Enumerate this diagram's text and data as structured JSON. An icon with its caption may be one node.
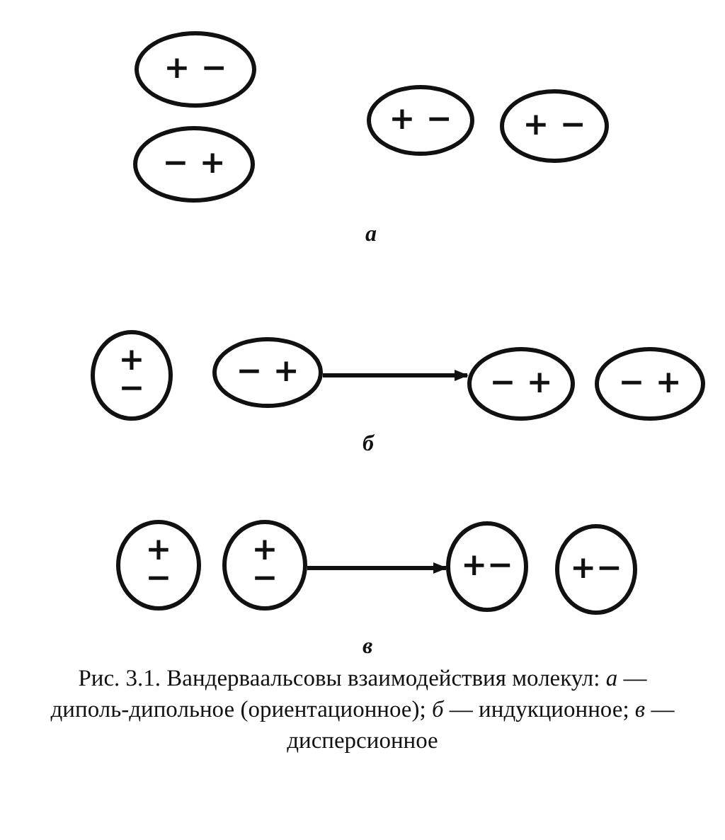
{
  "diagram": {
    "caption": "Рис. 3.1. Вандерваальсовы взаимодействия молекул: *а* — диполь-дипольное (ориентационное); *б* — индукционное; *в* — дисперсионное",
    "nodes": [
      {
        "text": [
          "+ −"
        ]
      },
      {
        "text": [
          "− +"
        ]
      },
      {
        "text": [
          "+ −"
        ]
      },
      {
        "text": [
          "+ −"
        ]
      },
      {
        "text": [
          "+",
          "−"
        ]
      },
      {
        "text": [
          "− +"
        ]
      },
      {
        "text": [
          "− +"
        ]
      },
      {
        "text": [
          "− +"
        ]
      },
      {
        "text": [
          "+",
          "−"
        ]
      },
      {
        "text": [
          "+",
          "−"
        ]
      },
      {
        "text": [
          "+−"
        ]
      },
      {
        "text": [
          "+−"
        ]
      }
    ],
    "edges": [
      {
        "from": 5,
        "to": 6,
        "arrow": "to"
      },
      {
        "from": 9,
        "to": 10,
        "arrow": "to"
      }
    ],
    "labels": [
      "а",
      "б",
      "в"
    ]
  }
}
